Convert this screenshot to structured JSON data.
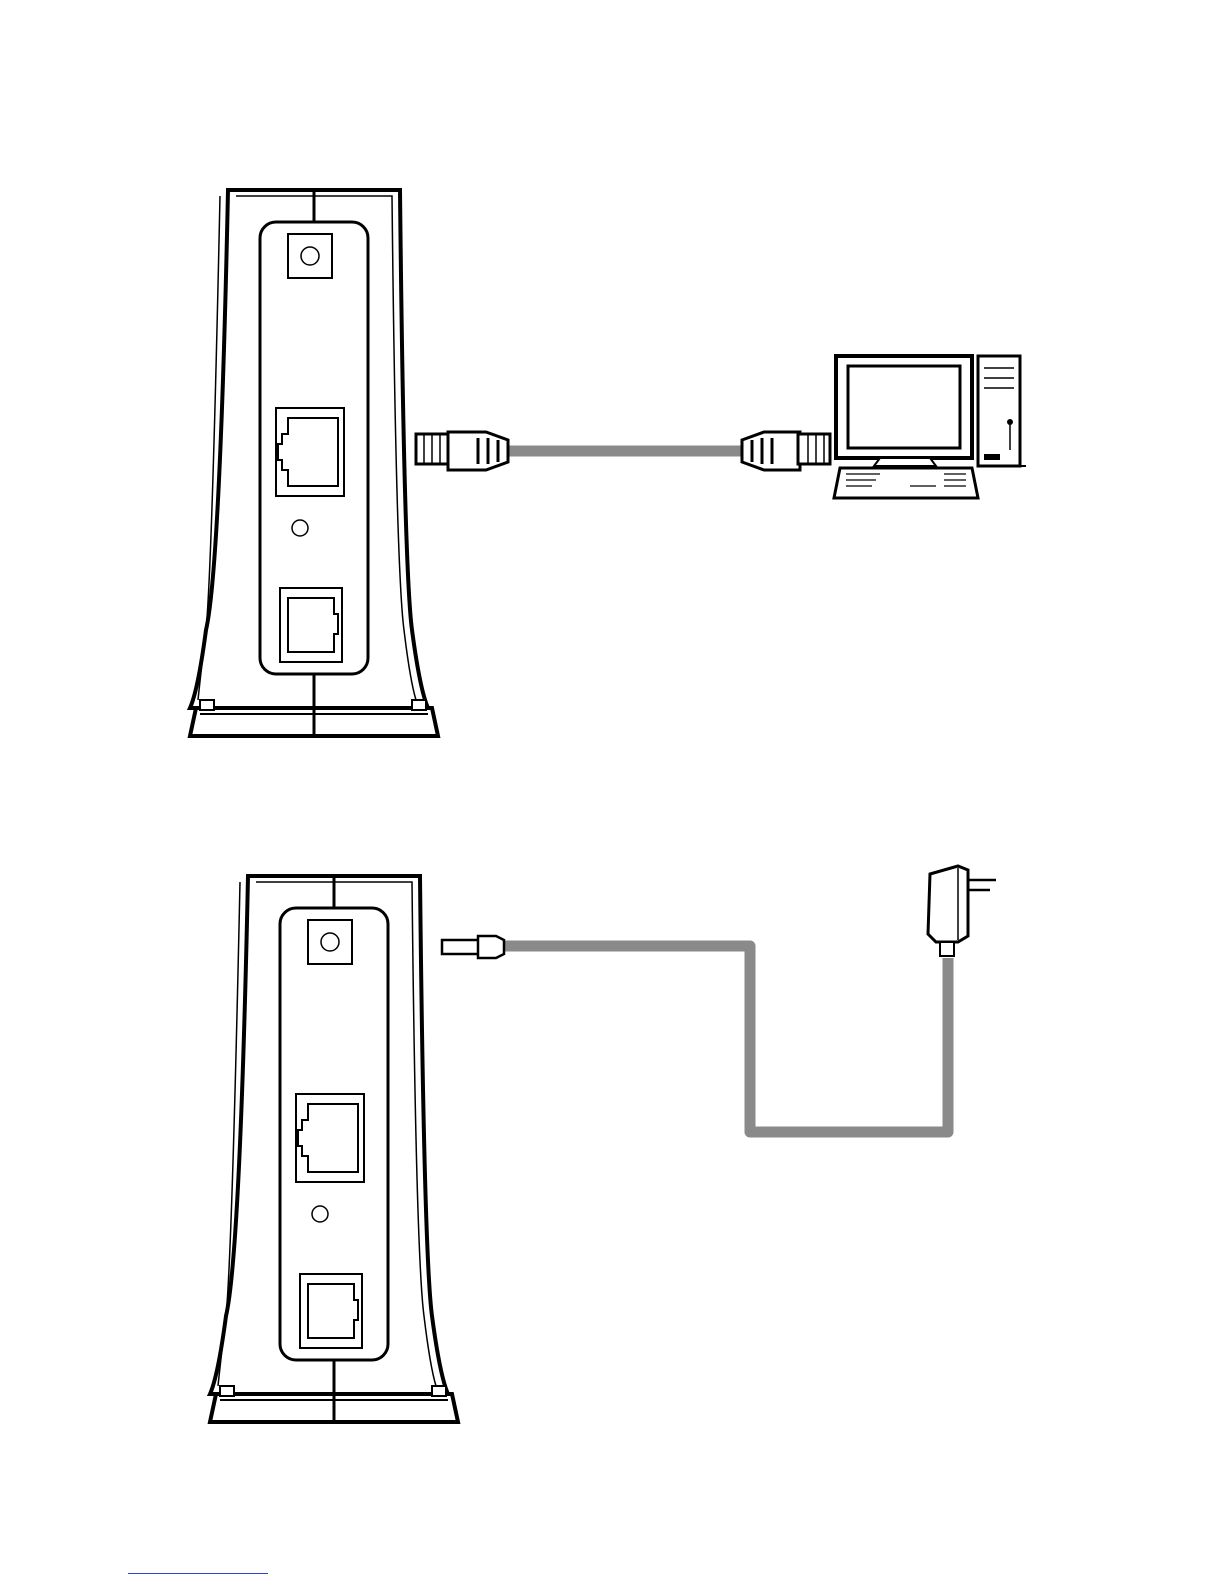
{
  "colors": {
    "line": "#000000",
    "cable": "#8a8a8a",
    "connector_fill": "#ffffff",
    "link_rule": "#3344cc"
  },
  "steps": [
    {
      "name": "ethernet-connection",
      "device": "router-back-panel",
      "cable": "ethernet-cable",
      "connector": "rj45-plug",
      "target": "desktop-computer-icon"
    },
    {
      "name": "power-connection",
      "device": "router-back-panel",
      "cable": "power-cable",
      "connector": "dc-barrel-plug",
      "target": "power-adapter-icon"
    }
  ]
}
